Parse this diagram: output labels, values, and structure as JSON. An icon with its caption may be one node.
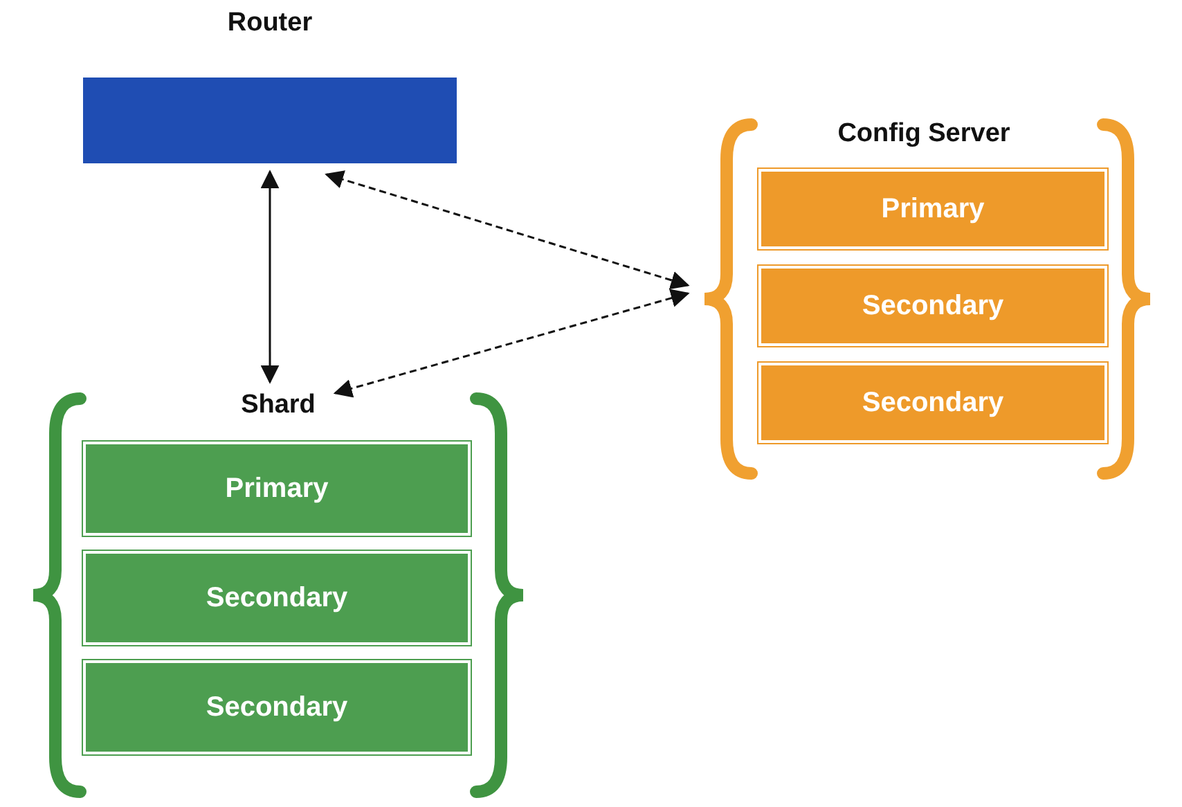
{
  "diagram": {
    "nodes": [
      {
        "text": [
          "Router"
        ]
      },
      {
        "text": [
          "Config Server"
        ]
      },
      {
        "text": [
          "Primary"
        ],
        "in": 1
      },
      {
        "text": [
          "Secondary"
        ],
        "in": 1
      },
      {
        "text": [
          "Secondary"
        ],
        "in": 1
      },
      {
        "text": [
          "Shard"
        ]
      },
      {
        "text": [
          "Primary"
        ],
        "in": 5
      },
      {
        "text": [
          "Secondary"
        ],
        "in": 5
      },
      {
        "text": [
          "Secondary"
        ],
        "in": 5
      }
    ],
    "edges": [
      {
        "from": 0,
        "to": 5,
        "arrow": "both"
      },
      {
        "from": 0,
        "to": 1,
        "arrow": "both",
        "style": "dashed"
      },
      {
        "from": 5,
        "to": 1,
        "arrow": "both",
        "style": "dashed"
      }
    ]
  }
}
